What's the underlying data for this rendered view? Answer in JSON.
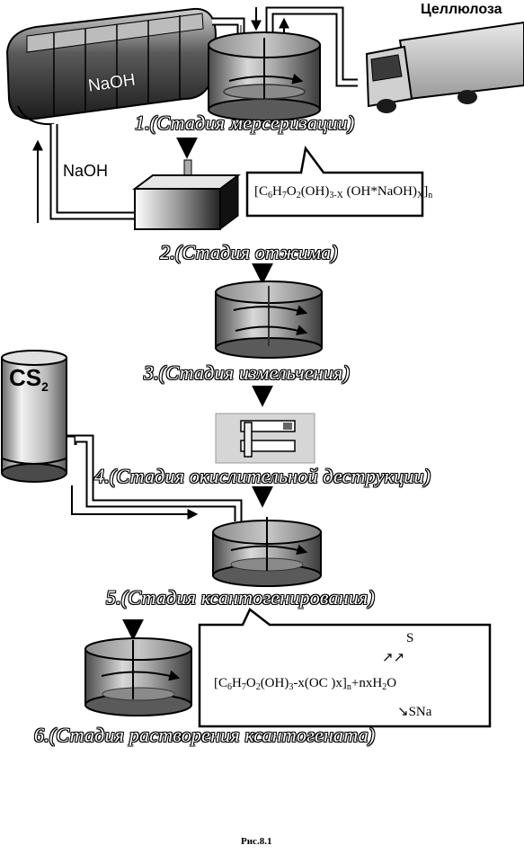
{
  "labels": {
    "naoh_tank": "NaOH",
    "naoh_pipe": "NaOH",
    "cellulose": "Целлюлоза",
    "cs2_main": "CS",
    "cs2_sub": "2"
  },
  "stages": [
    "1.(Стадия мерсеризации)",
    "2.(Стадия отжима)",
    "3.(Стадия измельчения)",
    "4.(Стадия окислительной деструкции)",
    "5.(Стадия ксантогенирования)",
    "6.(Стадия растворения ксантогената)"
  ],
  "formula1": {
    "p1": "[C",
    "s1": "6",
    "p2": "H",
    "s2": "7",
    "p3": "O",
    "s3": "2",
    "p4": "(OH)",
    "s4": "3-X",
    "p5": " (OH*NaOH)",
    "s5": "X",
    "p6": "]",
    "s6": "n"
  },
  "formula2": {
    "top": "S",
    "arrows": "↗↗",
    "p1": "[C",
    "s1": "6",
    "p2": "H",
    "s2": "7",
    "p3": "O",
    "s3": "2",
    "p4": "(OH)",
    "s4": "3",
    "p5": "-x(OC )x]",
    "s5": "n",
    "p6": "+nxH",
    "s6": "2",
    "p7": "O",
    "bottom": "↘SNa"
  },
  "caption": "Рис.8.1"
}
